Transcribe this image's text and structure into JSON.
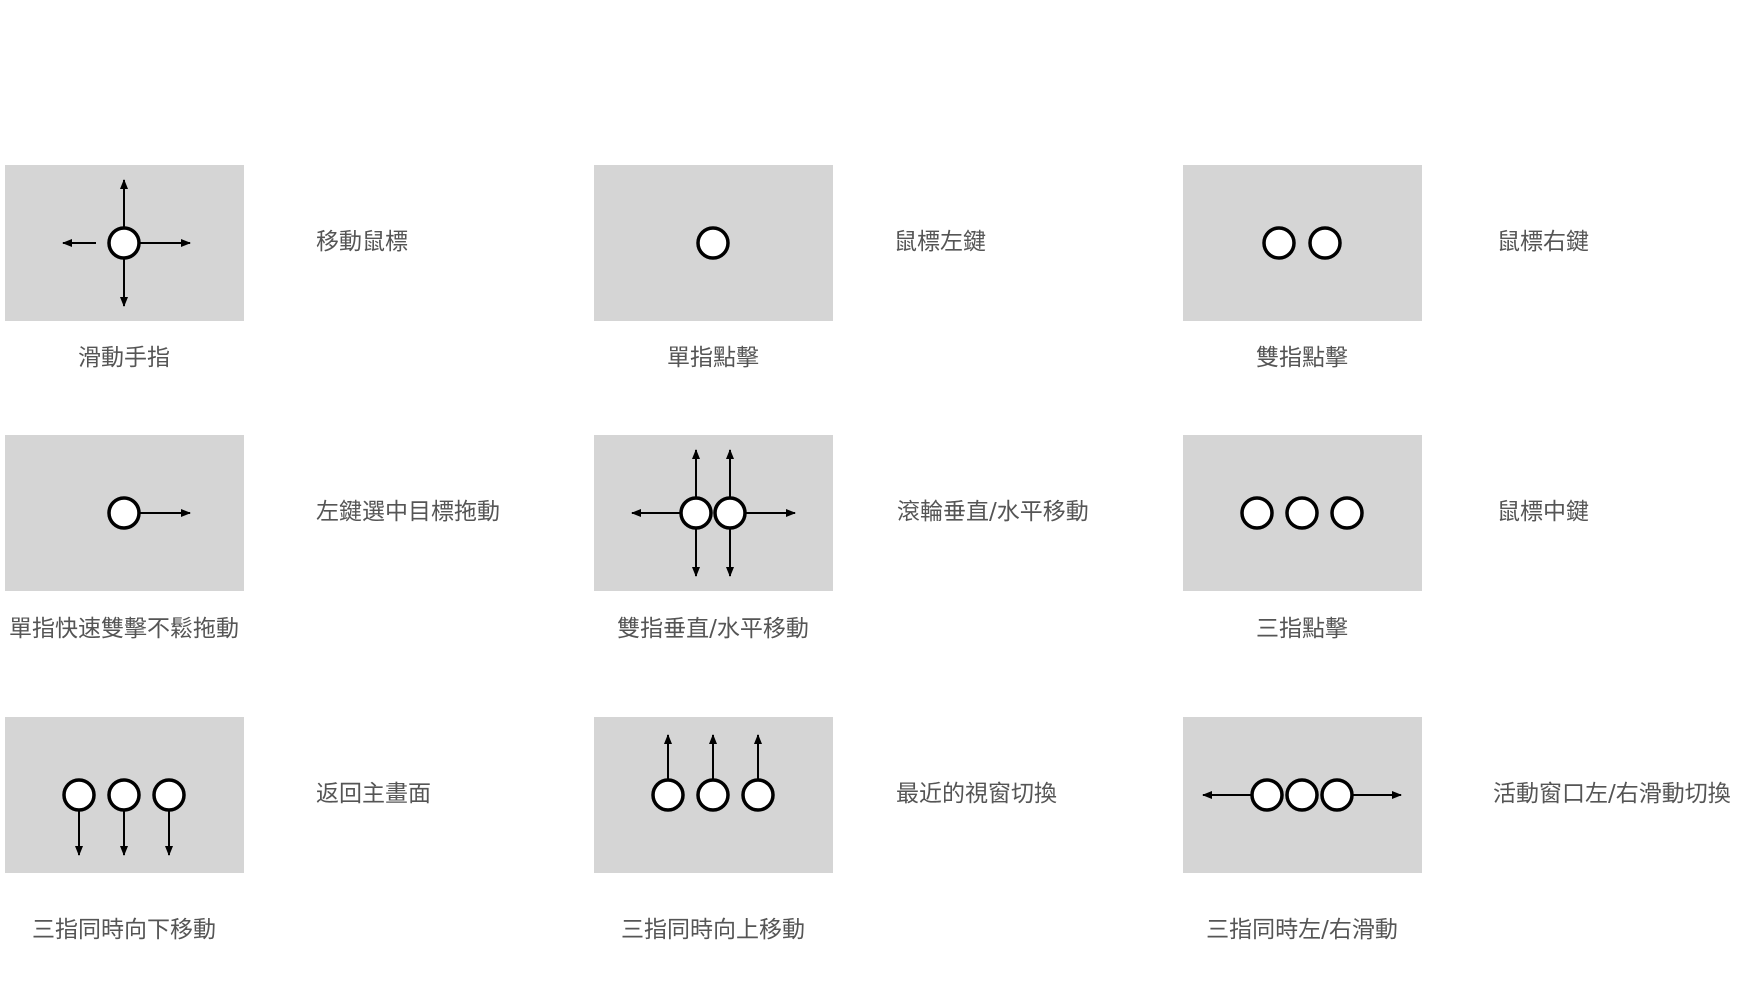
{
  "gestures": [
    {
      "gesture": "滑動手指",
      "action": "移動鼠標",
      "icon": "one-finger-four-way-arrows-icon"
    },
    {
      "gesture": "單指點擊",
      "action": "鼠標左鍵",
      "icon": "one-finger-tap-icon"
    },
    {
      "gesture": "雙指點擊",
      "action": "鼠標右鍵",
      "icon": "two-finger-tap-icon"
    },
    {
      "gesture": "單指快速雙擊不鬆拖動",
      "action": "左鍵選中目標拖動",
      "icon": "one-finger-drag-right-icon"
    },
    {
      "gesture": "雙指垂直/水平移動",
      "action": "滾輪垂直/水平移動",
      "icon": "two-finger-four-way-arrows-icon"
    },
    {
      "gesture": "三指點擊",
      "action": "鼠標中鍵",
      "icon": "three-finger-tap-icon"
    },
    {
      "gesture": "三指同時向下移動",
      "action": "返回主畫面",
      "icon": "three-finger-swipe-down-icon"
    },
    {
      "gesture": "三指同時向上移動",
      "action": "最近的視窗切換",
      "icon": "three-finger-swipe-up-icon"
    },
    {
      "gesture": "三指同時左/右滑動",
      "action": "活動窗口左/右滑動切換",
      "icon": "three-finger-swipe-left-right-icon"
    }
  ],
  "colors": {
    "panel": "#d5d5d5",
    "text": "#555555",
    "stroke": "#000000"
  }
}
